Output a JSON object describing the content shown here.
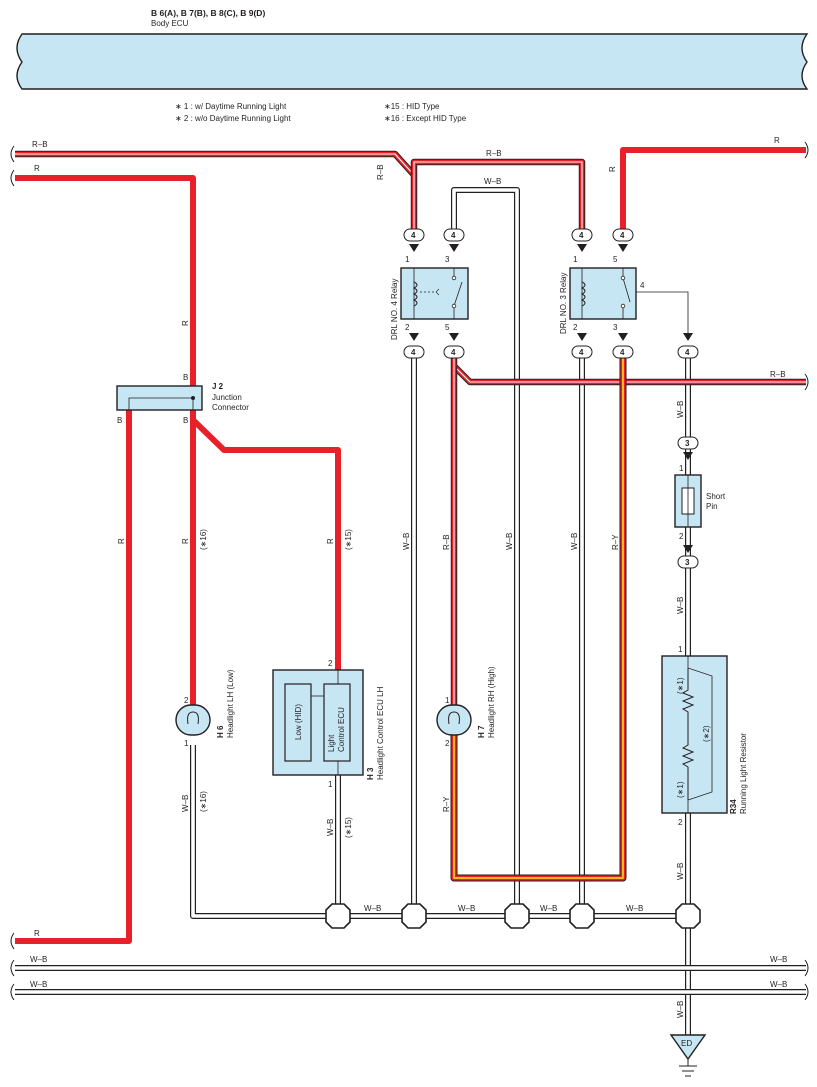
{
  "header": {
    "connector_codes": "B 6(A), B 7(B), B 8(C), B 9(D)",
    "component_name": "Body ECU"
  },
  "notes": {
    "n1": "∗ 1 : w/ Daytime Running Light",
    "n2": "∗ 2 : w/o Daytime Running Light",
    "n15": "∗15 : HID Type",
    "n16": "∗16 : Except HID Type"
  },
  "wire_colors": {
    "rb": "R–B",
    "r": "R",
    "wb": "W–B",
    "ry": "R–Y",
    "b": "B"
  },
  "variant_tags": {
    "t15": "(∗15)",
    "t16": "(∗16)",
    "t1": "(∗1)",
    "t2": "(∗2)"
  },
  "components": {
    "j2": {
      "code": "J 2",
      "name1": "Junction",
      "name2": "Connector"
    },
    "h6": {
      "code": "H 6",
      "name": "Headlight LH (Low)"
    },
    "h3": {
      "code": "H 3",
      "name": "Headlight Control ECU LH",
      "inner_low": "Low (HID)",
      "inner_light": "Light",
      "inner_ecu": "Control ECU"
    },
    "h7": {
      "code": "H 7",
      "name": "Headlight RH (High)"
    },
    "relay4": {
      "name": "DRL NO. 4 Relay"
    },
    "relay3": {
      "name": "DRL NO. 3 Relay"
    },
    "short_pin": {
      "name1": "Short",
      "name2": "Pin"
    },
    "r34": {
      "code": "R34",
      "name": "Running Light Resistor"
    },
    "ground": {
      "label": "ED"
    }
  },
  "connector_numbers": {
    "c4": "4",
    "c3": "3"
  },
  "pins": {
    "p1": "1",
    "p2": "2",
    "p3": "3",
    "p4": "4",
    "p5": "5"
  },
  "colors": {
    "component_fill": "#c7e6f4",
    "wire_red": "#e8202a",
    "wire_yellow": "#f3b81c",
    "outline": "#231f20"
  }
}
